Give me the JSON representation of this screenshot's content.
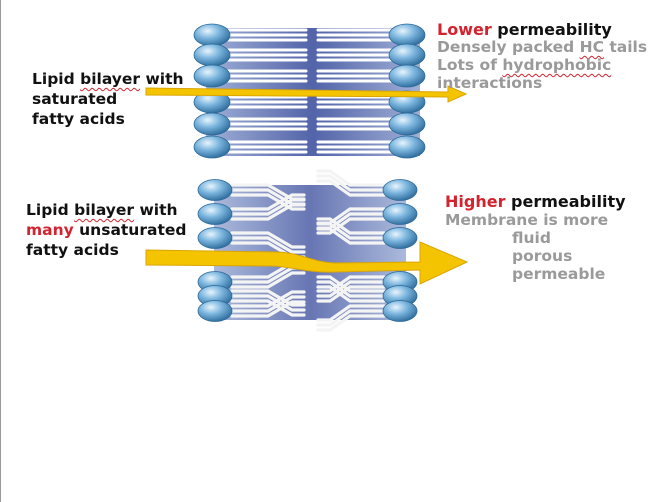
{
  "saturated": {
    "label_line1_a": "Lipid ",
    "label_line1_b": "bilayer",
    "label_line1_c": " with",
    "label_line2": "saturated",
    "label_line3": "fatty acids",
    "title_colored": "Lower",
    "title_rest": " permeability",
    "notes_1a": "Densely packed ",
    "notes_1b": "HC",
    "notes_1c": " tails",
    "notes_2a": "Lots of ",
    "notes_2b": "hydrophobic",
    "notes_3": "interactions"
  },
  "unsaturated": {
    "label_line1_a": "Lipid ",
    "label_line1_b": "bilayer",
    "label_line1_c": " with",
    "label_line2_colored": "many",
    "label_line2_rest": " unsaturated",
    "label_line3": "fatty acids",
    "title_colored": "Higher",
    "title_rest": " permeability",
    "notes_1": "Membrane is more",
    "notes_2": "fluid",
    "notes_3": "porous",
    "notes_4": "permeable"
  },
  "colors": {
    "accent_red": "#d2232f",
    "note_grey": "#9a9a9a",
    "arrow_yellow": "#f5c400",
    "head_blue": "#5b9bcf",
    "core_blue": "#3d4f9e"
  }
}
